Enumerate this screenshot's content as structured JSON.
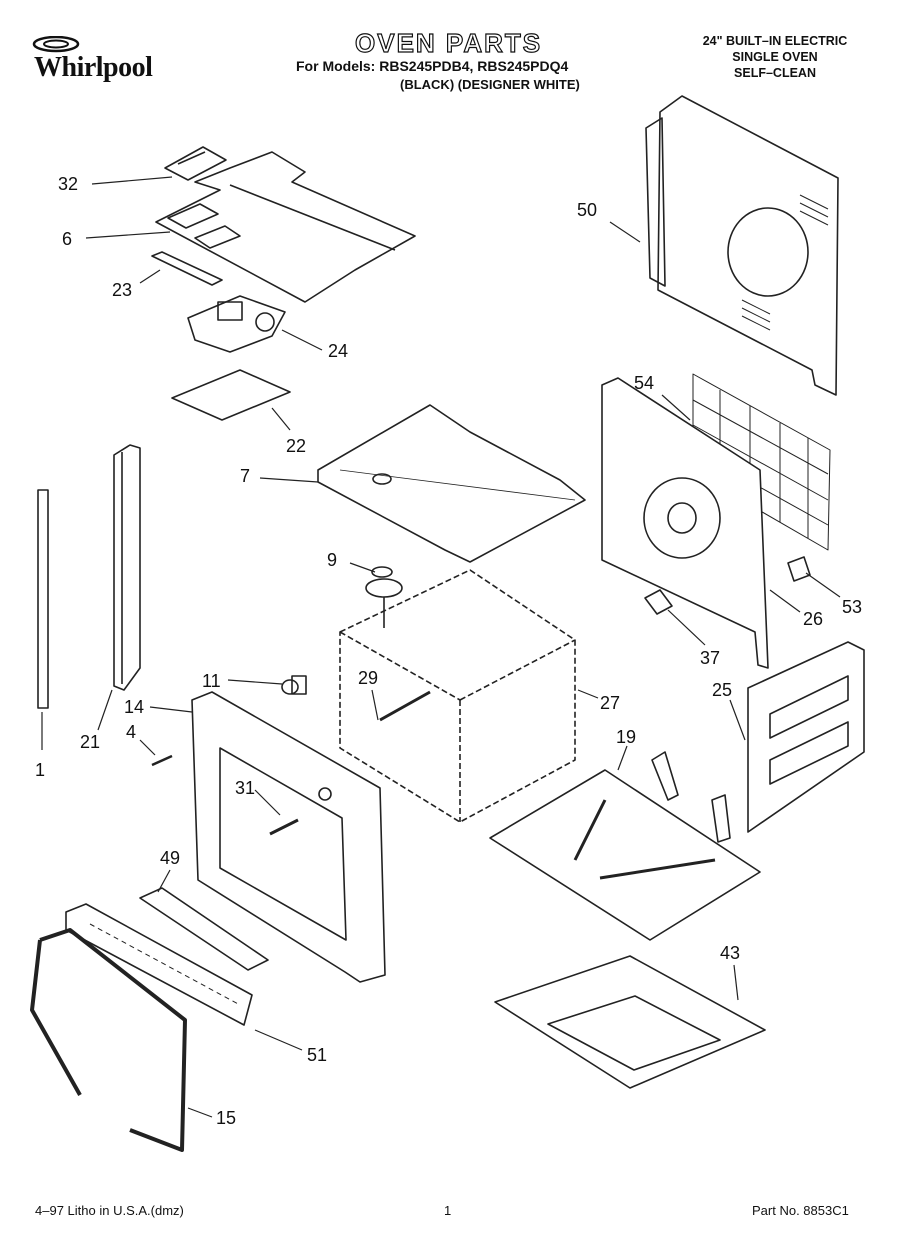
{
  "header": {
    "brand": "Whirlpool",
    "title": "OVEN PARTS",
    "models_line": "For Models: RBS245PDB4, RBS245PDQ4",
    "variants_line": "(BLACK)  (DESIGNER WHITE)",
    "product_lines": [
      "24\" BUILT–IN ELECTRIC",
      "SINGLE OVEN",
      "SELF–CLEAN"
    ]
  },
  "callouts": [
    "32",
    "6",
    "23",
    "24",
    "22",
    "7",
    "50",
    "54",
    "9",
    "53",
    "26",
    "37",
    "11",
    "29",
    "27",
    "25",
    "14",
    "4",
    "21",
    "1",
    "31",
    "19",
    "49",
    "43",
    "51",
    "15"
  ],
  "footer": {
    "left": "4–97 Litho in U.S.A.(dmz)",
    "page": "1",
    "part": "Part No. 8853C1"
  }
}
